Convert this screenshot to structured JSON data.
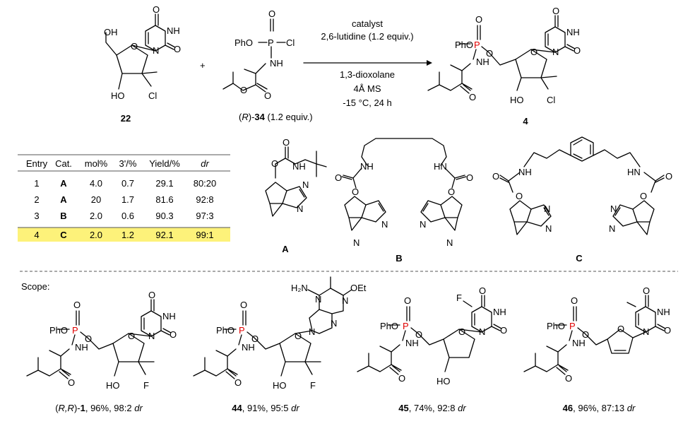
{
  "reaction": {
    "plus": "+",
    "reactant1": {
      "label": "22"
    },
    "reactant2": {
      "label_prefix": "(",
      "label_stereo": "R",
      "label_mid": ")-",
      "label_num": "34",
      "label_suffix": " (1.2 equiv.)"
    },
    "product": {
      "label": "4"
    },
    "conditions_above": [
      "catalyst",
      "2,6-lutidine (1.2 equiv.)"
    ],
    "conditions_below": [
      "1,3-dioxolane",
      "4Å MS",
      "-15 °C, 24 h"
    ],
    "atoms": {
      "O": "O",
      "OH": "OH",
      "HO": "HO",
      "NH": "NH",
      "HN": "HN",
      "N": "N",
      "Cl": "Cl",
      "F": "F",
      "P": "P",
      "PhO": "PhO",
      "H2N": "H₂N",
      "OEt": "OEt"
    }
  },
  "table": {
    "headers": [
      "Entry",
      "Cat.",
      "mol%",
      "3'/%",
      "Yield/%",
      "dr"
    ],
    "rows": [
      [
        "1",
        "A",
        "4.0",
        "0.7",
        "29.1",
        "80:20"
      ],
      [
        "2",
        "A",
        "20",
        "1.7",
        "81.6",
        "92:8"
      ],
      [
        "3",
        "B",
        "2.0",
        "0.6",
        "90.3",
        "97:3"
      ],
      [
        "4",
        "C",
        "2.0",
        "1.2",
        "92.1",
        "99:1"
      ]
    ],
    "highlight_row": 3,
    "highlight_color": "#fdf27a"
  },
  "catalysts": [
    {
      "label": "A"
    },
    {
      "label": "B"
    },
    {
      "label": "C"
    }
  ],
  "scope": {
    "title": "Scope:",
    "items": [
      {
        "pre": "(",
        "stereo": "R,R",
        "mid": ")-",
        "num": "1",
        "tail": ", 96%, 98:2 ",
        "dr": "dr"
      },
      {
        "pre": "",
        "stereo": "",
        "mid": "",
        "num": "44",
        "tail": ", 91%, 95:5 ",
        "dr": "dr"
      },
      {
        "pre": "",
        "stereo": "",
        "mid": "",
        "num": "45",
        "tail": ", 74%, 92:8 ",
        "dr": "dr"
      },
      {
        "pre": "",
        "stereo": "",
        "mid": "",
        "num": "46",
        "tail": ", 96%, 87:13 ",
        "dr": "dr"
      }
    ]
  },
  "colors": {
    "phosphorus": "#e00000",
    "highlight": "#fdf27a",
    "divider": "#555555"
  }
}
